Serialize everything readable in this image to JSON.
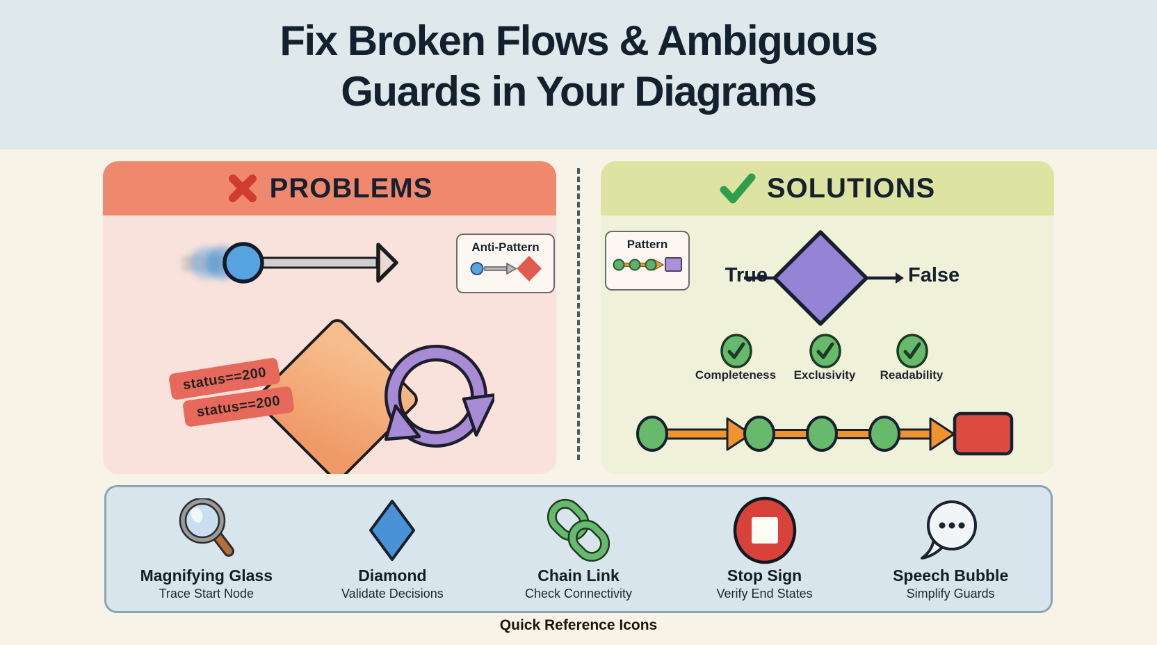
{
  "title": {
    "line1": "Fix Broken Flows & Ambiguous",
    "line2": "Guards in Your Diagrams"
  },
  "problems": {
    "header": "PROBLEMS",
    "anti_pattern_label": "Anti-Pattern",
    "guard_tag_1": "status==200",
    "guard_tag_2": "status==200"
  },
  "solutions": {
    "header": "SOLUTIONS",
    "pattern_label": "Pattern",
    "branch_true": "True",
    "branch_false": "False",
    "checks": [
      {
        "label": "Completeness"
      },
      {
        "label": "Exclusivity"
      },
      {
        "label": "Readability"
      }
    ]
  },
  "reference": {
    "caption": "Quick Reference Icons",
    "items": [
      {
        "name": "Magnifying Glass",
        "desc": "Trace Start Node"
      },
      {
        "name": "Diamond",
        "desc": "Validate Decisions"
      },
      {
        "name": "Chain Link",
        "desc": "Check Connectivity"
      },
      {
        "name": "Stop Sign",
        "desc": "Verify End States"
      },
      {
        "name": "Speech Bubble",
        "desc": "Simplify Guards"
      }
    ]
  },
  "colors": {
    "top_band": "#dfe9eb",
    "background": "#f7f3e6",
    "title_text": "#13202e",
    "problems_header": "#f0886e",
    "problems_body": "#f9e2dc",
    "problems_x": "#d23b31",
    "solutions_header": "#dde3a1",
    "solutions_body": "#eff1d8",
    "solutions_check": "#2f9e4c",
    "node_blue": "#57a3e0",
    "guard_diamond_orange": "#ef9a66",
    "guard_tag_salmon": "#e6695c",
    "loop_purple": "#a78bd4",
    "decision_purple": "#9583d6",
    "flow_green": "#67b96b",
    "flow_orange": "#f0922e",
    "end_red": "#dd4a42",
    "reference_bar": "#d9e5ec"
  }
}
